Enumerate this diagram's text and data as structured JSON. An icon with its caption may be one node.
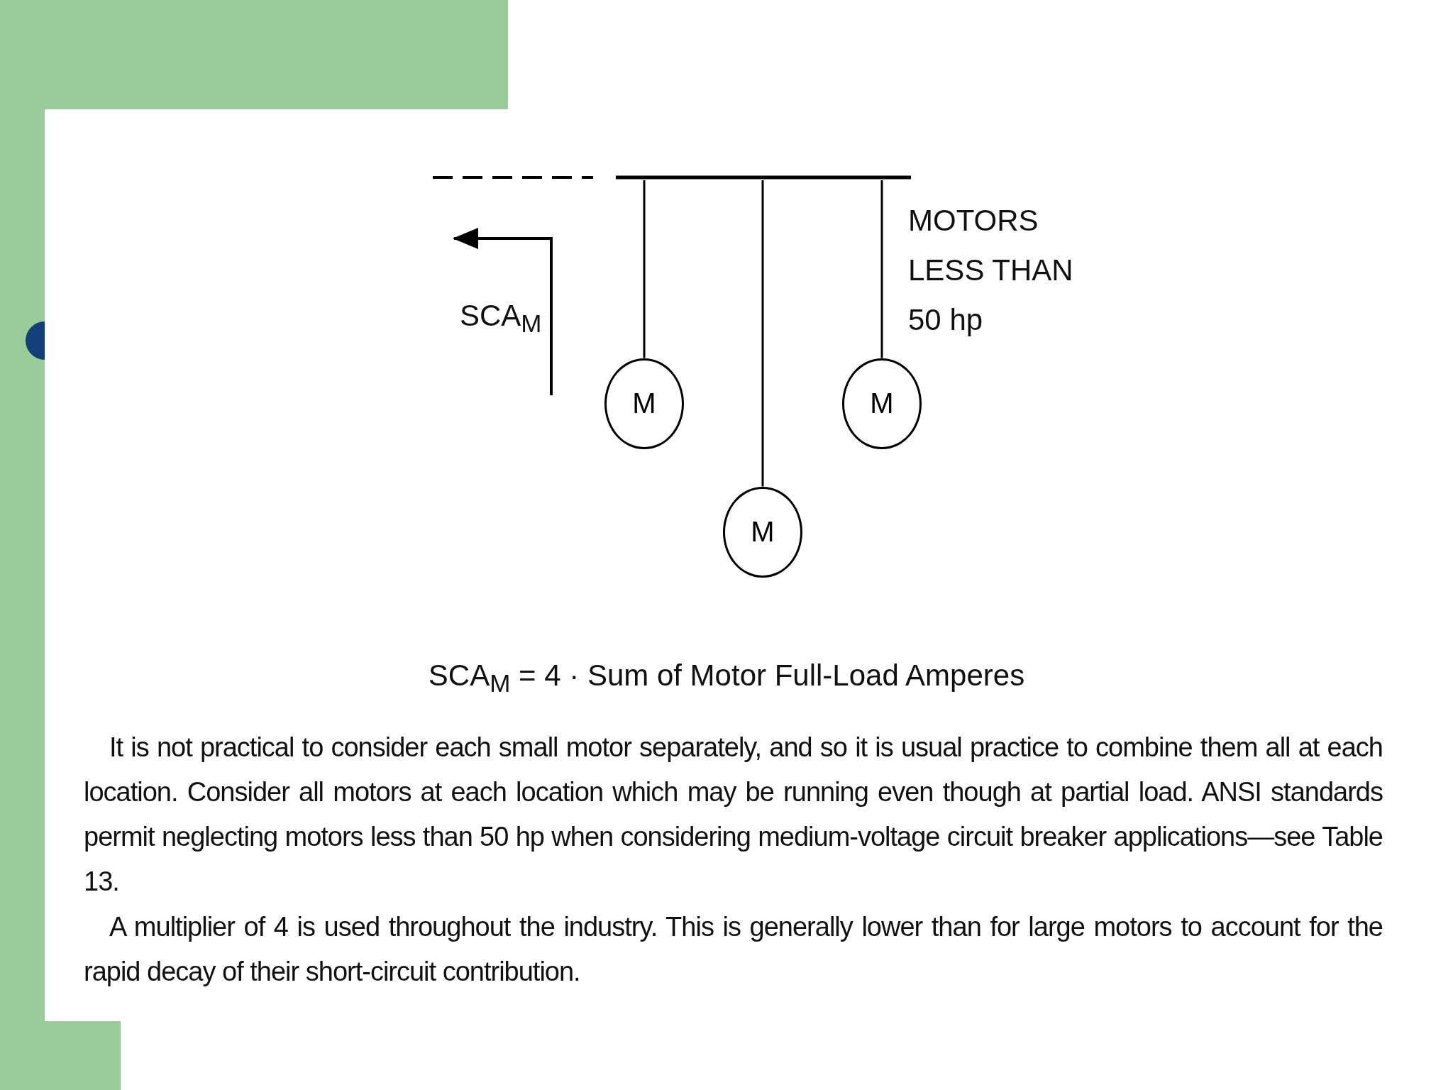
{
  "diagram": {
    "nodes": [
      {
        "text": [],
        "shape": "bar"
      },
      {
        "text": [
          "M"
        ]
      },
      {
        "text": [
          "M"
        ]
      },
      {
        "text": [
          "M"
        ]
      }
    ],
    "edges": [
      {
        "from": 0,
        "to": 1,
        "arrow": "none"
      },
      {
        "from": 0,
        "to": 2,
        "arrow": "none"
      },
      {
        "from": 0,
        "to": 3,
        "arrow": "none"
      }
    ],
    "labels": [
      "SCA$_{M}$",
      "MOTORS LESS THAN 50 hp",
      "SCA$_{M}$ = 4 · Sum of Motor Full-Load Amperes",
      "It is not practical to consider each small motor separately, and so it is usual practice to combine them all at each location. Consider all motors at each location which may be running even though at partial load. ANSI standards permit neglecting motors less than 50 hp when considering medium-voltage circuit breaker applications—see Table 13.",
      "A multiplier of 4 is used throughout the industry. This is generally lower than for large motors to account for the rapid decay of their short-circuit contribution."
    ]
  }
}
